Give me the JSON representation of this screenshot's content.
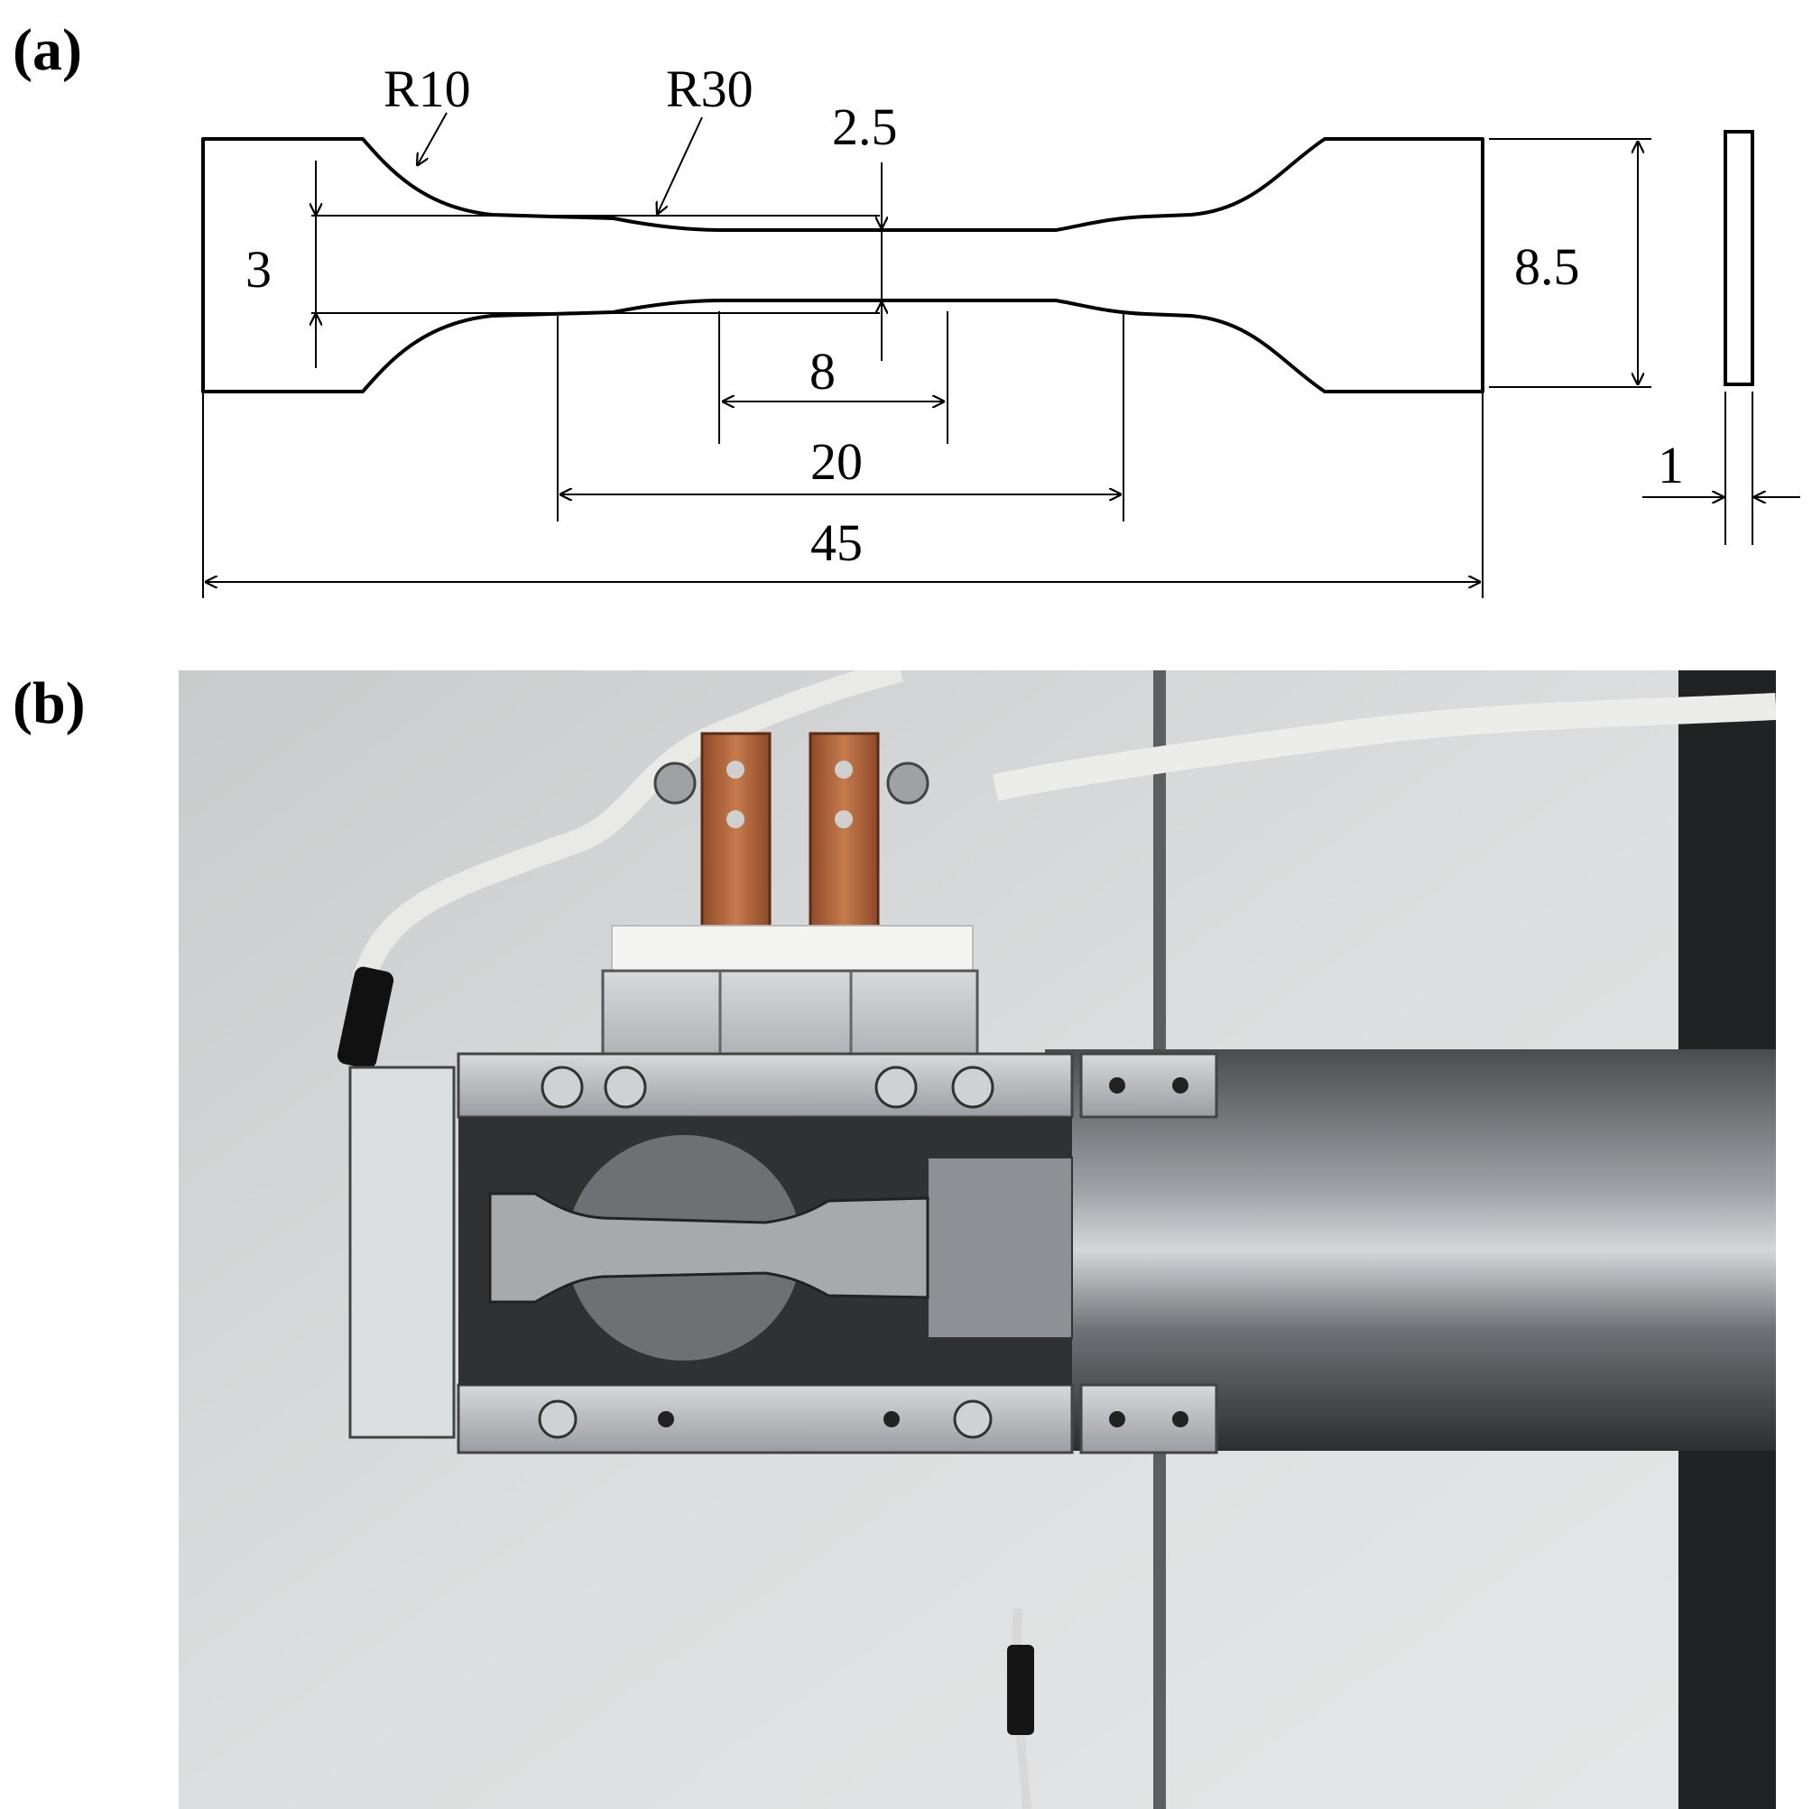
{
  "panels": {
    "a": {
      "label": "(a)",
      "dimensions": {
        "r_outer": "R10",
        "r_inner": "R30",
        "gauge_width": "2.5",
        "shoulder_width": "3",
        "grip_width": "8.5",
        "center_length": "8",
        "gauge_length": "20",
        "total_length": "45",
        "thickness": "1"
      }
    },
    "b": {
      "label": "(b)"
    }
  },
  "colors": {
    "line": "#000000",
    "background": "#ffffff",
    "copper": "#b4653a",
    "steel": "#b9bcbf",
    "wall": "#d6d8d9",
    "dark": "#1a1a1a"
  }
}
